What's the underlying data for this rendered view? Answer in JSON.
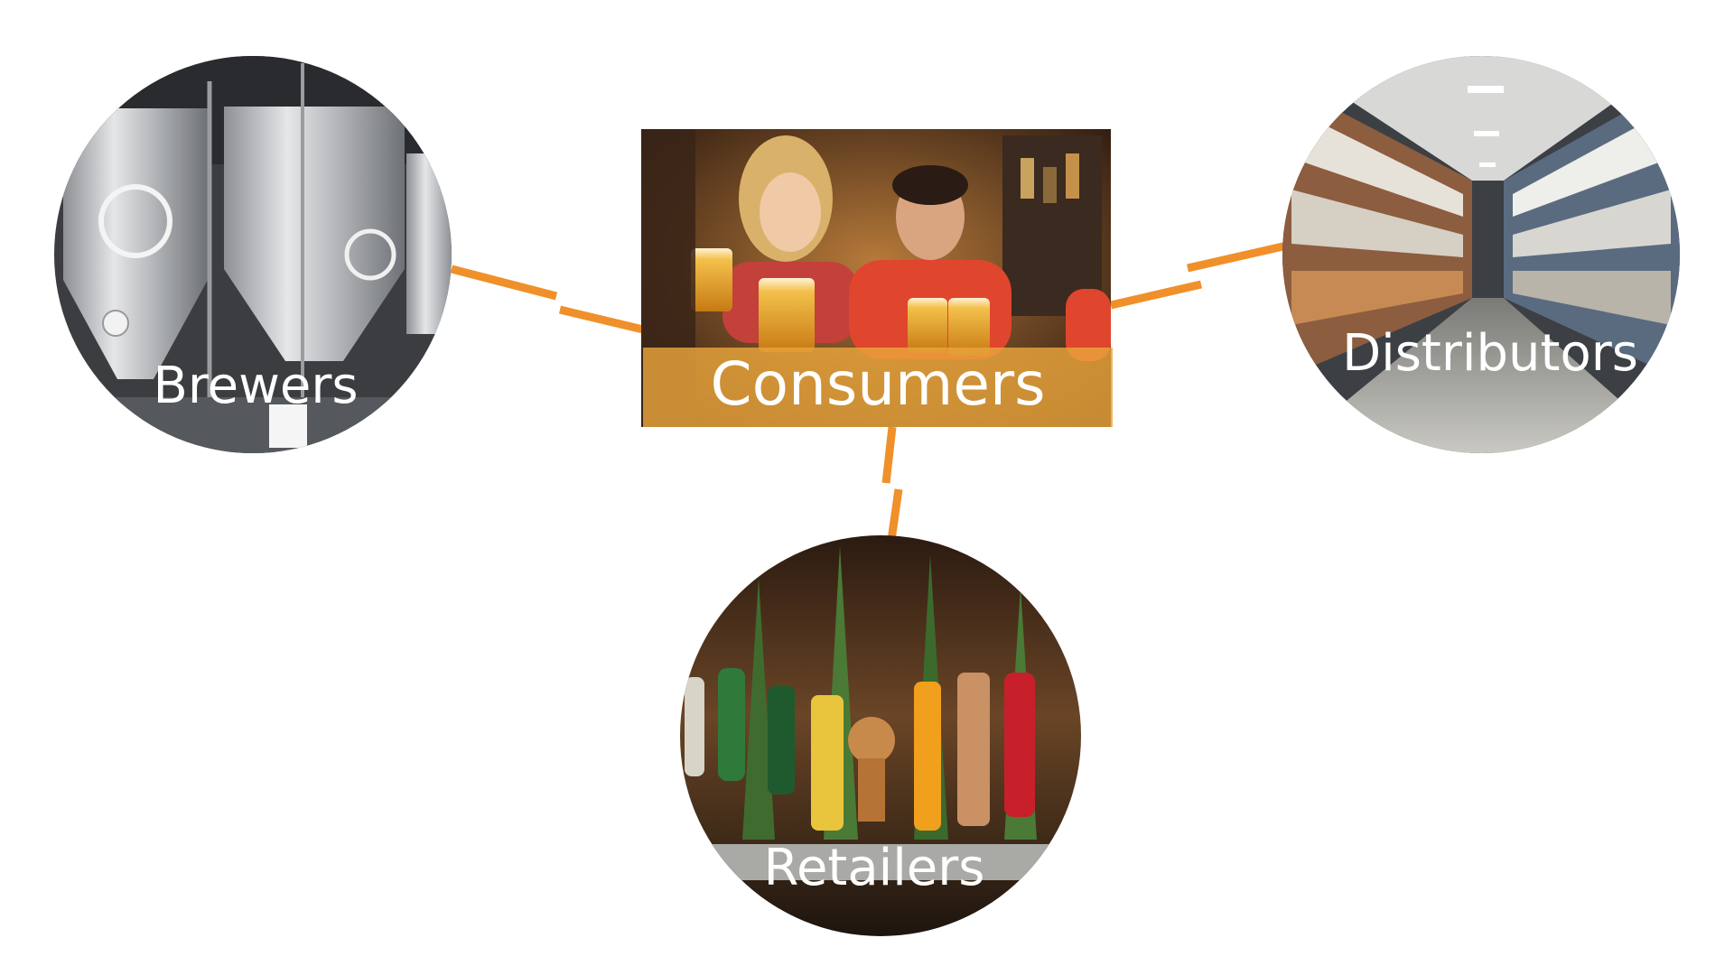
{
  "diagram": {
    "center": {
      "label": "Consumers",
      "overlay_color": "#e9a53c"
    },
    "nodes": [
      {
        "id": "brewers",
        "label": "Brewers"
      },
      {
        "id": "distributors",
        "label": "Distributors"
      },
      {
        "id": "retailers",
        "label": "Retailers"
      }
    ],
    "connector_color": "#f0902a",
    "background": "#ffffff"
  }
}
